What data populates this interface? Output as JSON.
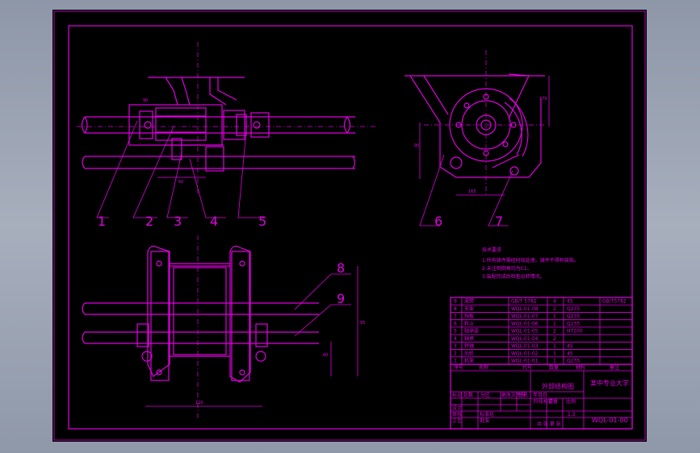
{
  "colors": {
    "line": "#e000e0",
    "paper": "#000000",
    "desktop": "#9aa2b2"
  },
  "balloons": [
    "1",
    "2",
    "3",
    "4",
    "5",
    "6",
    "7",
    "8",
    "9"
  ],
  "dims": {
    "d90": "90",
    "d60": "60",
    "d165": "165",
    "d90b": "90",
    "d175": "175",
    "d120": "120",
    "d95": "95",
    "d60b": "60"
  },
  "notes": {
    "title": "技术要求",
    "items": [
      "1.所有铸件需经时效处理。铸件不得有缺陷。",
      "2.未注明倒角均为C1。",
      "3.装配完成后检查运转情况。"
    ]
  },
  "bom": {
    "rows": [
      {
        "no": "9",
        "name": "滚筒",
        "code": "GB/T 5782",
        "qty": "4",
        "mat": "45",
        "note": "GB/T5782"
      },
      {
        "no": "8",
        "name": "支架",
        "code": "WQL-01-08",
        "qty": "2",
        "mat": "Q235",
        "note": ""
      },
      {
        "no": "7",
        "name": "挡板",
        "code": "WQL-01-07",
        "qty": "1",
        "mat": "Q235",
        "note": ""
      },
      {
        "no": "6",
        "name": "料斗",
        "code": "WQL-01-06",
        "qty": "1",
        "mat": "Q235",
        "note": ""
      },
      {
        "no": "5",
        "name": "轴承座",
        "code": "WQL-01-05",
        "qty": "2",
        "mat": "HT200",
        "note": ""
      },
      {
        "no": "4",
        "name": "轴承",
        "code": "WQL-01-04",
        "qty": "2",
        "mat": "",
        "note": ""
      },
      {
        "no": "3",
        "name": "转轴",
        "code": "WQL-01-03",
        "qty": "1",
        "mat": "45",
        "note": ""
      },
      {
        "no": "2",
        "name": "齿轮",
        "code": "WQL-01-02",
        "qty": "1",
        "mat": "45",
        "note": ""
      },
      {
        "no": "1",
        "name": "机架",
        "code": "WQL-01-01",
        "qty": "1",
        "mat": "Q235",
        "note": ""
      }
    ],
    "headers": {
      "no": "序号",
      "name": "名称",
      "code": "代号",
      "qty": "数量",
      "mat": "材料",
      "note": "备注"
    }
  },
  "titleblock": {
    "drawing_name": "外部结构图",
    "school": "某中专业大学",
    "drawing_no": "WQL-01-00",
    "scale_label": "比例",
    "scale": "1:2",
    "weight_label": "重量",
    "sheet_label": "共 张 第 张",
    "mark_label": "标记",
    "qty_label": "处数",
    "zone_label": "分区",
    "doc_label": "更改文件号",
    "sign_label": "签名",
    "date_label": "年月日",
    "design_label": "设计",
    "check_label": "审核",
    "process_label": "工艺",
    "std_label": "标准化",
    "approve_label": "批准",
    "stage_label": "阶段标记"
  }
}
